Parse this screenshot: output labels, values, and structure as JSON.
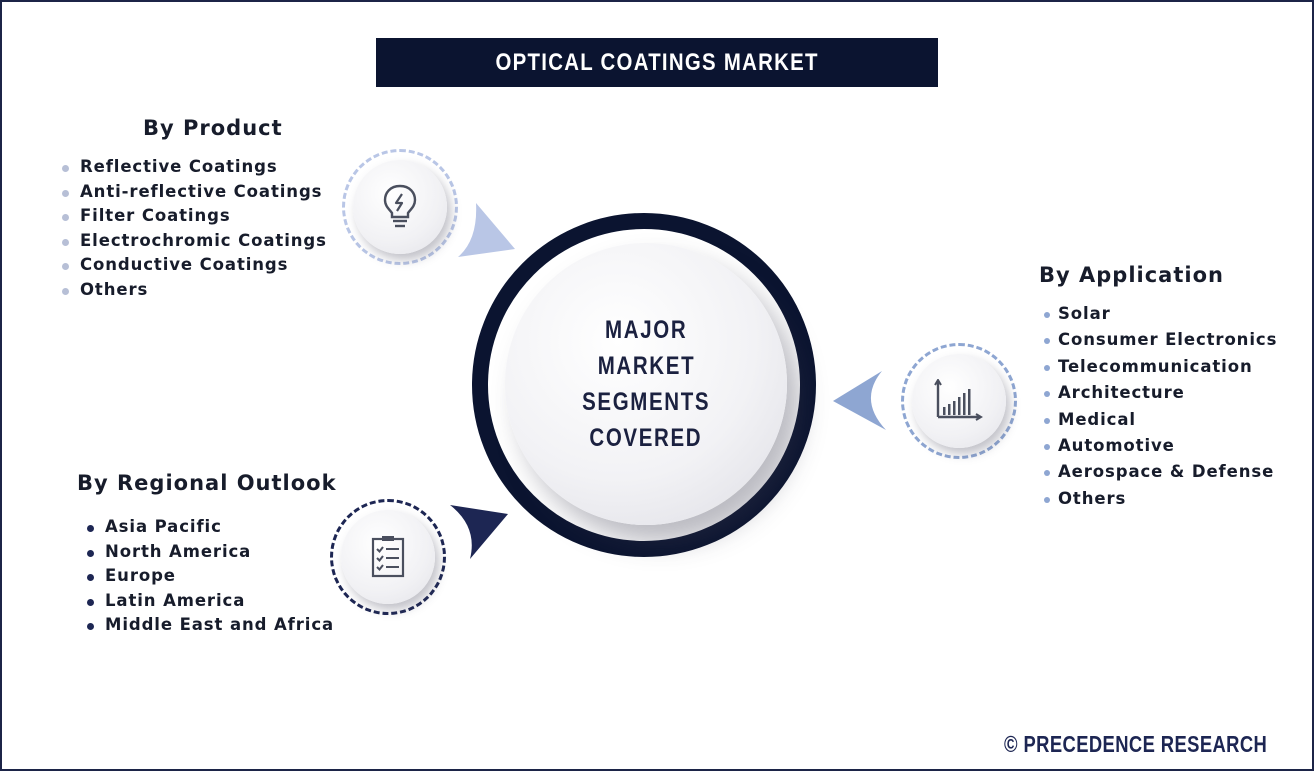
{
  "title": "OPTICAL COATINGS MARKET",
  "center": {
    "lines": [
      "MAJOR",
      "MARKET",
      "SEGMENTS",
      "COVERED"
    ]
  },
  "product": {
    "heading": "By Product",
    "icon": "lightbulb-icon",
    "items": [
      "Reflective Coatings",
      "Anti-reflective Coatings",
      "Filter Coatings",
      "Electrochromic Coatings",
      "Conductive Coatings",
      "Others"
    ]
  },
  "application": {
    "heading": "By Application",
    "icon": "bar-chart-icon",
    "items": [
      "Solar",
      "Consumer Electronics",
      "Telecommunication",
      "Architecture",
      "Medical",
      "Automotive",
      "Aerospace & Defense",
      "Others"
    ]
  },
  "region": {
    "heading": "By Regional Outlook",
    "icon": "checklist-icon",
    "items": [
      "Asia Pacific",
      "North America",
      "Europe",
      "Latin America",
      "Middle East and Africa"
    ]
  },
  "footer": "© PRECEDENCE RESEARCH",
  "colors": {
    "navy": "#0b1430",
    "light_blue": "#b9c6e6",
    "mid_blue": "#8ea6d2",
    "dark_arrow": "#1d2653"
  }
}
